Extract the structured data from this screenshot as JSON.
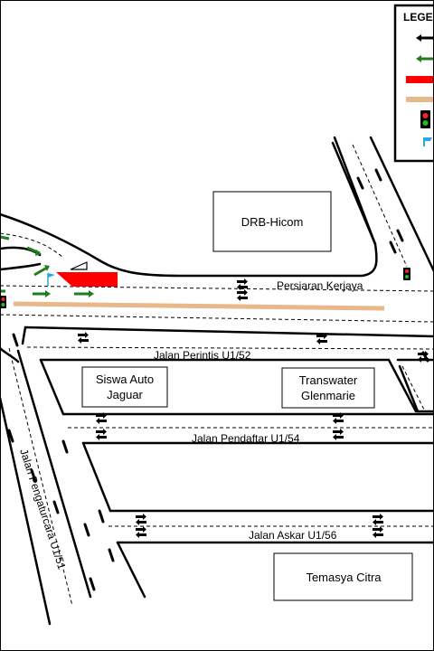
{
  "legend": {
    "title": "LEGE",
    "items": [
      {
        "icon": "black-arrow-icon",
        "color": "#000000"
      },
      {
        "icon": "green-arrow-icon",
        "color": "#1e7d1e"
      },
      {
        "icon": "red-bar-icon",
        "color": "#ff0000"
      },
      {
        "icon": "tan-bar-icon",
        "color": "#e8b88a"
      },
      {
        "icon": "traffic-light-icon"
      },
      {
        "icon": "blue-flag-icon",
        "color": "#29a8e0"
      }
    ]
  },
  "buildings": {
    "drb_hicom": "DRB-Hicom",
    "siswa_line1": "Siswa Auto",
    "siswa_line2": "Jaguar",
    "transwater_line1": "Transwater",
    "transwater_line2": "Glenmarie",
    "temasya": "Temasya Citra"
  },
  "roads": {
    "persiaran_kerjaya": "Persiaran Kerjaya",
    "jalan_perintis": "Jalan Perintis U1/52",
    "jalan_pendaftar": "Jalan Pendaftar U1/54",
    "jalan_askar": "Jalan Askar U1/56",
    "jalan_pengaturcara": "Jalan Pengaturcara U1/51"
  },
  "colors": {
    "black_arrow": "#000000",
    "green_arrow": "#1e7d1e",
    "red_marker": "#ff0000",
    "tan_line": "#e8b88a",
    "flag": "#29a8e0"
  }
}
